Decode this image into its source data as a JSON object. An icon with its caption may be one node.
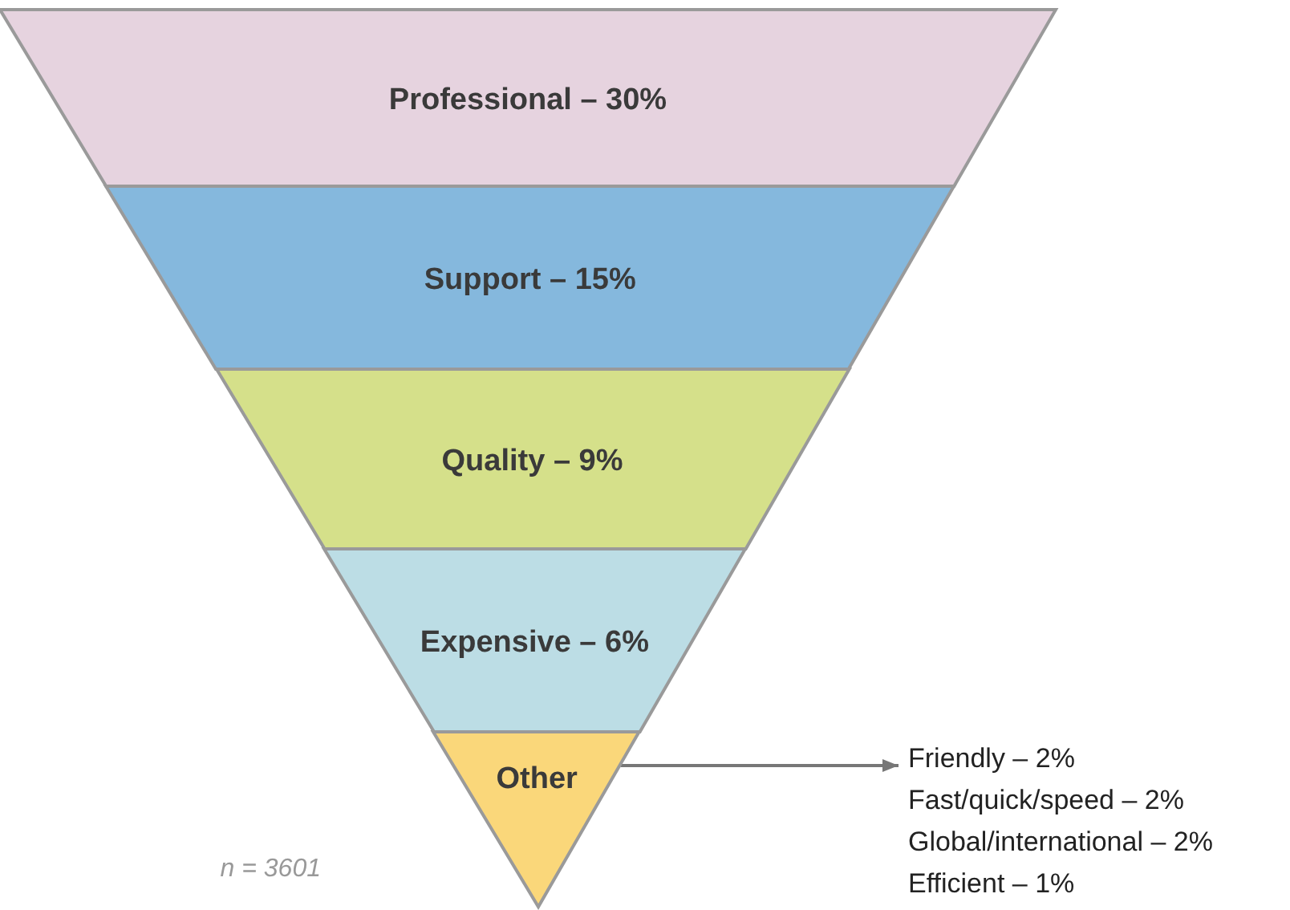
{
  "diagram": {
    "nodes": [
      {
        "text": [
          "Professional – 30%"
        ]
      },
      {
        "text": [
          "Support – 15%"
        ]
      },
      {
        "text": [
          "Quality – 9%"
        ]
      },
      {
        "text": [
          "Expensive – 6%"
        ]
      },
      {
        "text": [
          "Other"
        ]
      },
      {
        "text": [
          "Friendly – 2%",
          "Fast/quick/speed – 2%",
          "Global/international – 2%",
          "Efficient – 1%"
        ]
      }
    ],
    "edges": [
      {
        "from": 4,
        "to": 5,
        "arrow": "to"
      }
    ],
    "labels": [
      "n = 3601"
    ]
  }
}
